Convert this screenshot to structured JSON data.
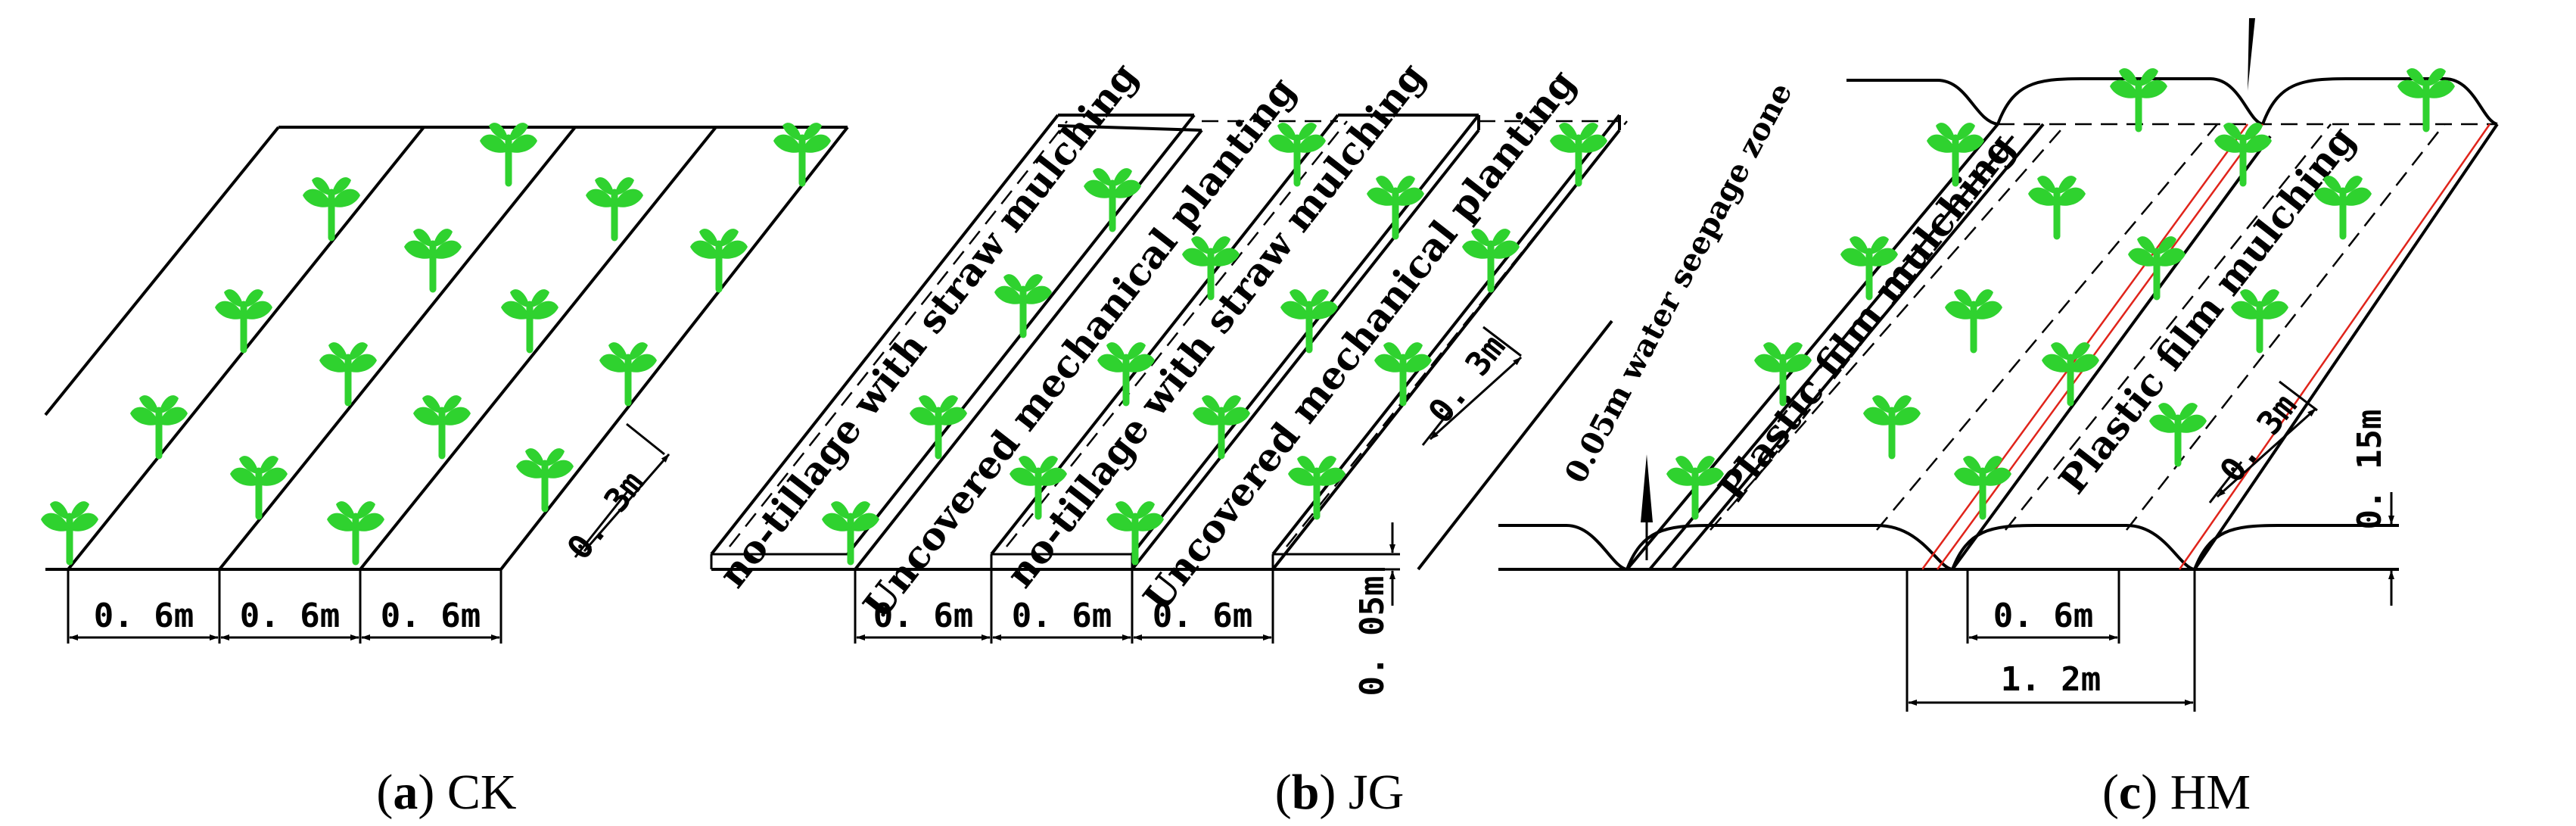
{
  "panels": [
    {
      "id": "a",
      "letter": "a",
      "name": "CK",
      "dims": [
        "0. 6m",
        "0. 6m",
        "0. 6m",
        "0. 3m"
      ]
    },
    {
      "id": "b",
      "letter": "b",
      "name": "JG",
      "strip_labels": [
        "no-tillage with straw mulching",
        "Uncovered mechanical planting",
        "no-tillage with straw mulching",
        "Uncovered mechanical planting"
      ],
      "dims": [
        "0. 6m",
        "0. 6m",
        "0. 6m",
        "0. 05m",
        "0. 3m"
      ]
    },
    {
      "id": "c",
      "letter": "c",
      "name": "HM",
      "labels": [
        "0.05m water seepage zone",
        "Plastic film mulching",
        "Plastic film mulching"
      ],
      "dims": [
        "0. 6m",
        "1. 2m",
        "0. 3m",
        "0. 15m"
      ]
    }
  ],
  "colors": {
    "plant": "#2fd22f",
    "film_edge": "#e0241b",
    "line": "#000000"
  },
  "icons": [
    "seedling-icon",
    "arrow-icon"
  ]
}
